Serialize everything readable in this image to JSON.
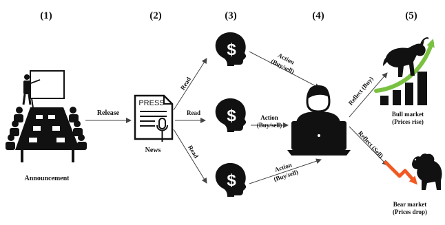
{
  "stages": [
    "(1)",
    "(2)",
    "(3)",
    "(4)",
    "(5)"
  ],
  "labels": {
    "announcement": "Announcement",
    "release": "Release",
    "news": "News",
    "press": "PRESS",
    "read": "Read",
    "action": "Action",
    "buy_sell": "(Buy/sell)",
    "reflect_buy": "Reflect (Buy)",
    "reflect_sell": "Reflect (Sell)",
    "bull_title": "Bull market",
    "bull_sub": "(Prices rise)",
    "bear_title": "Bear market",
    "bear_sub": "(Prices drop)",
    "dollar": "$"
  },
  "colors": {
    "ink": "#111111",
    "arrow": "#555555",
    "bull_arrow": "#7ac142",
    "bear_arrow": "#f05a22"
  }
}
